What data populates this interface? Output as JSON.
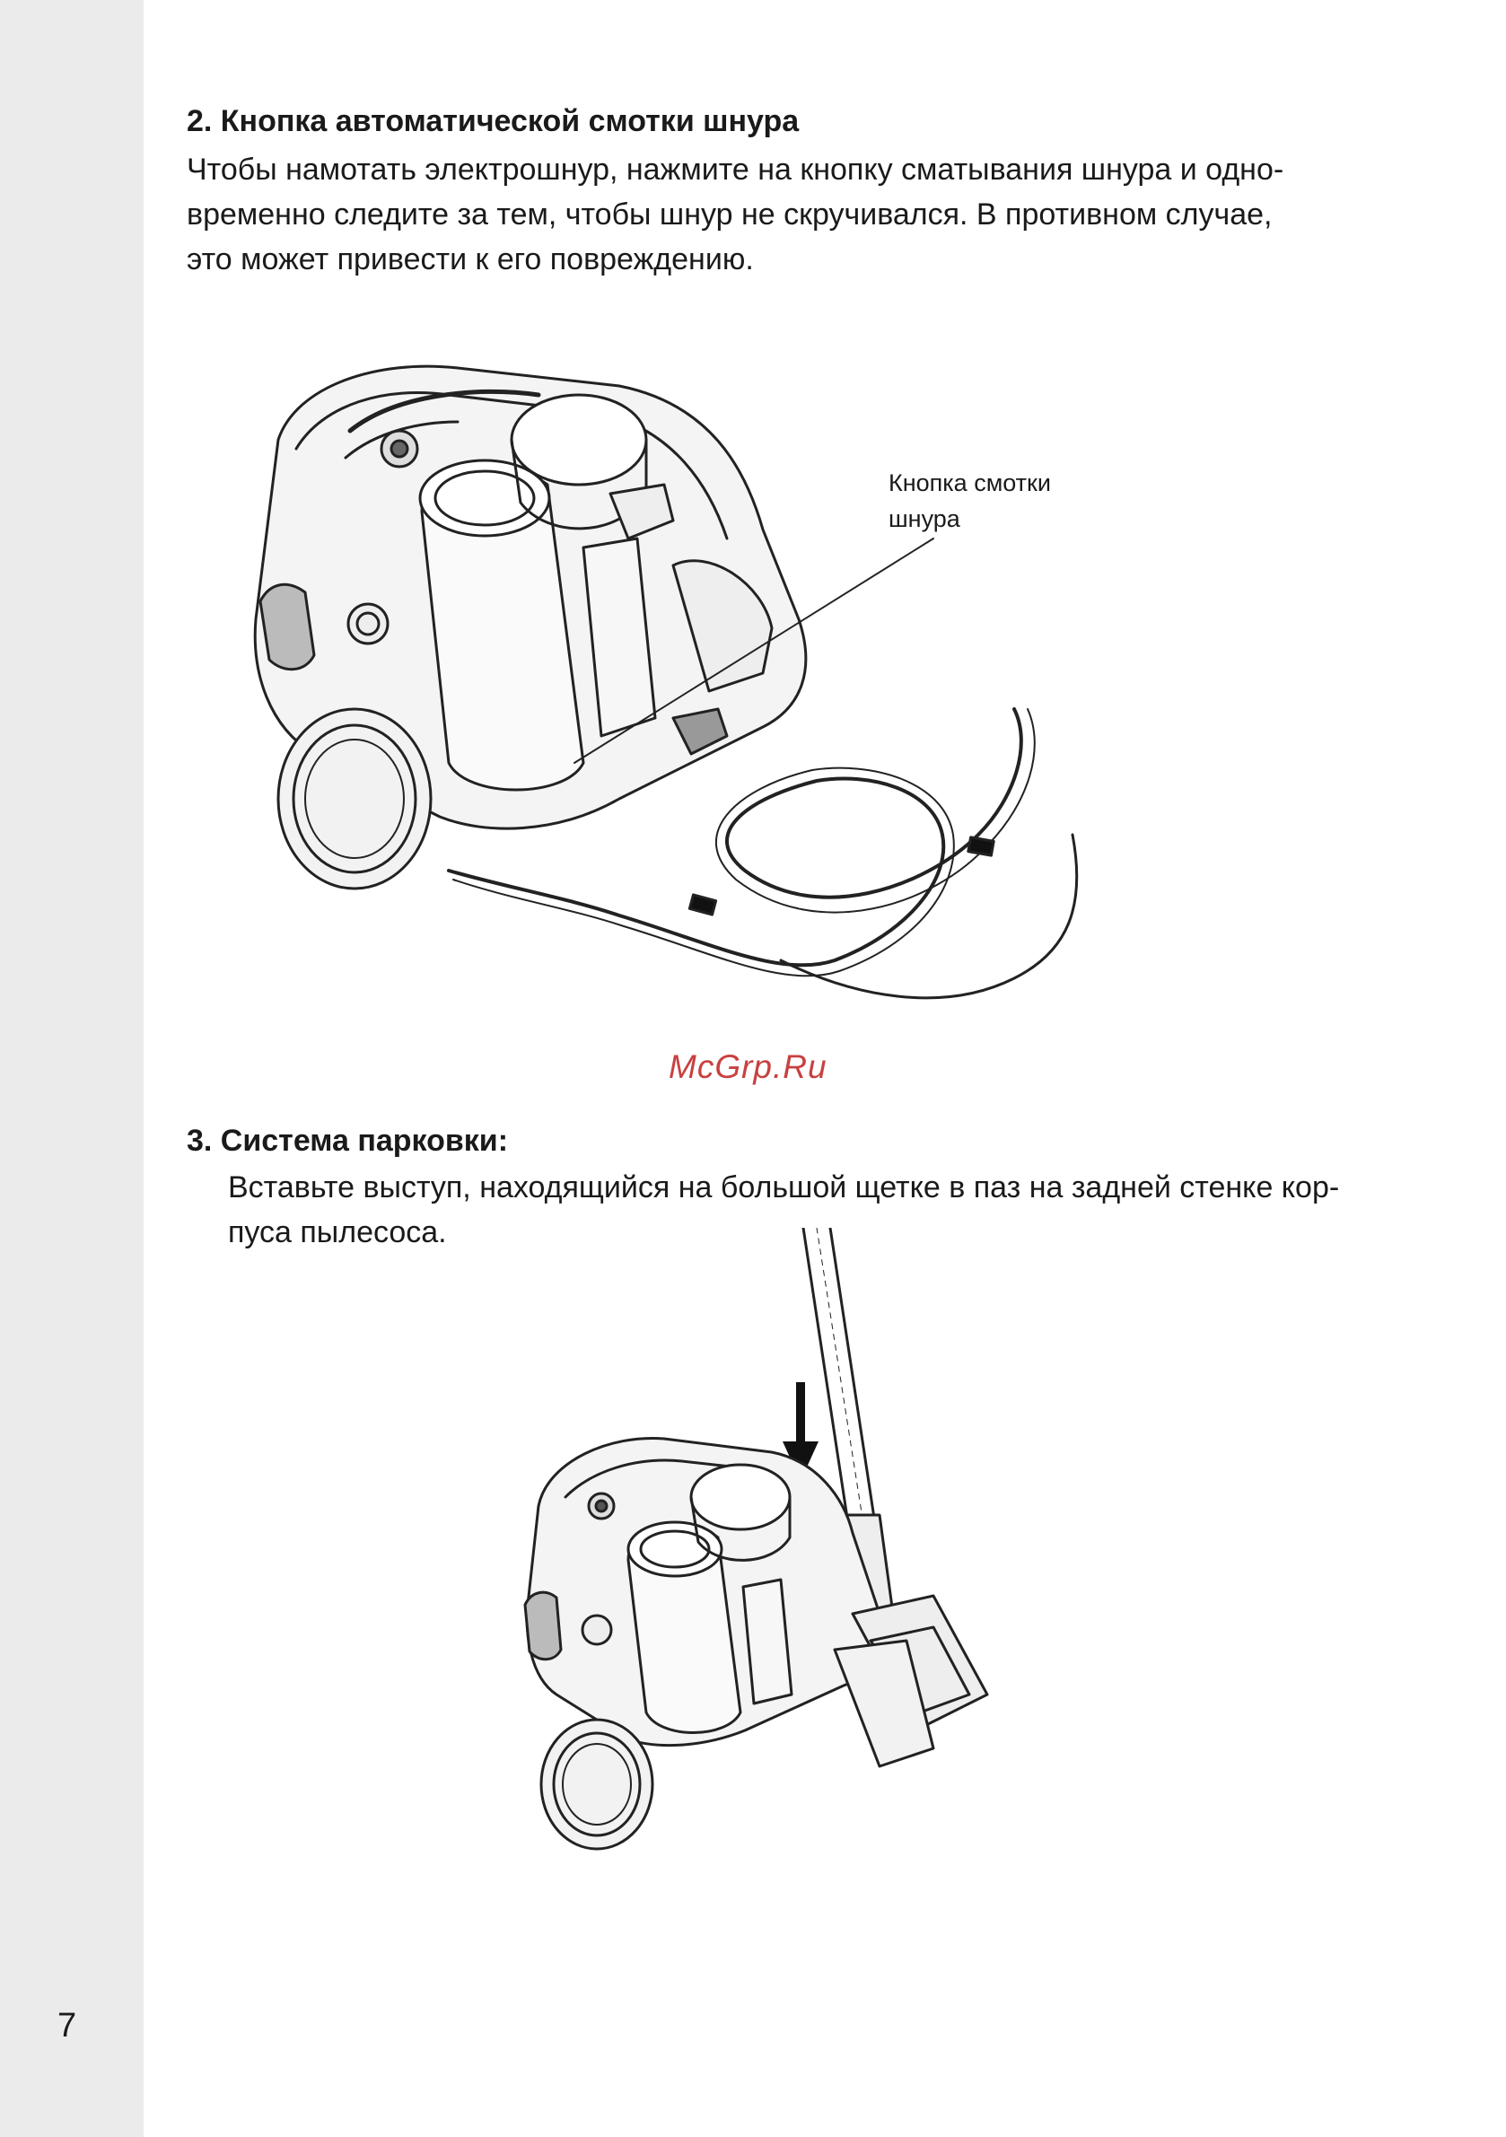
{
  "page": {
    "number": "7",
    "watermark": "McGrp.Ru"
  },
  "section2": {
    "heading": "2. Кнопка автоматической смотки шнура",
    "lines": [
      " Чтобы намотать электрошнур, нажмите на кнопку сматывания шнура и одно-",
      "временно следите за тем, чтобы шнур не скручивался. В противном случае,",
      "это может привести к его повреждению."
    ],
    "callout": [
      "Кнопка смотки",
      "шнура"
    ]
  },
  "section3": {
    "heading": "3. Система парковки:",
    "lines": [
      "Вставьте выступ, находящийся на большой щетке в паз на задней стенке кор-",
      "пуса пылесоса."
    ]
  },
  "icons": [
    "vacuum-cord-illustration",
    "vacuum-parking-illustration",
    "down-arrow-icon"
  ]
}
